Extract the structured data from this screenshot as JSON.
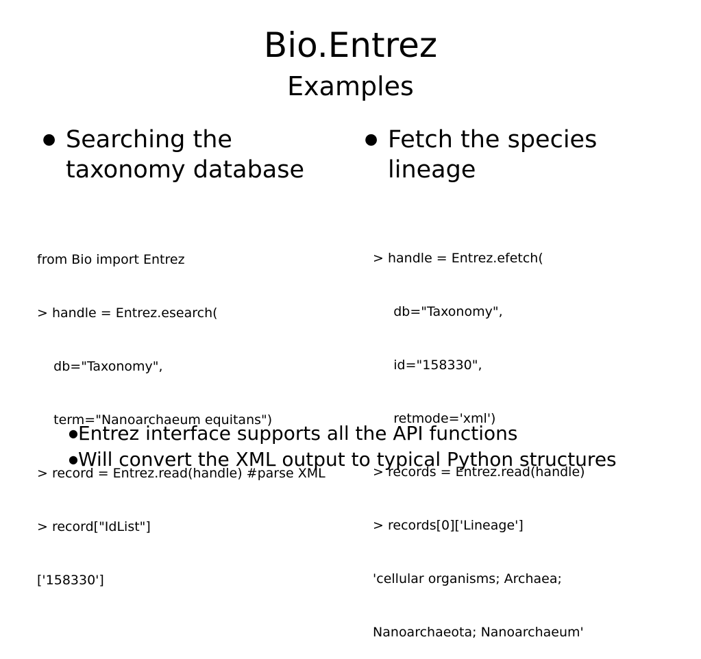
{
  "slide": {
    "title": "Bio.Entrez",
    "subtitle": "Examples"
  },
  "left": {
    "heading_lines": [
      "Searching the",
      "taxonomy database"
    ],
    "code_lines": [
      "from Bio import Entrez",
      "> handle = Entrez.esearch(",
      "    db=\"Taxonomy\",",
      "    term=\"Nanoarchaeum equitans\")",
      "> record = Entrez.read(handle) #parse XML",
      "> record[\"IdList\"]",
      "['158330']"
    ]
  },
  "right": {
    "heading_lines": [
      "Fetch the species",
      "lineage"
    ],
    "code_lines": [
      " > handle = Entrez.efetch(",
      "      db=\"Taxonomy\",",
      "      id=\"158330\",",
      "      retmode='xml')",
      " > records = Entrez.read(handle)",
      " > records[0]['Lineage']",
      " 'cellular organisms; Archaea;",
      " Nanoarchaeota; Nanoarchaeum'"
    ]
  },
  "notes": [
    "Entrez interface supports all the API functions",
    "Will convert the XML output to typical Python structures"
  ],
  "bullet_glyph": "●"
}
